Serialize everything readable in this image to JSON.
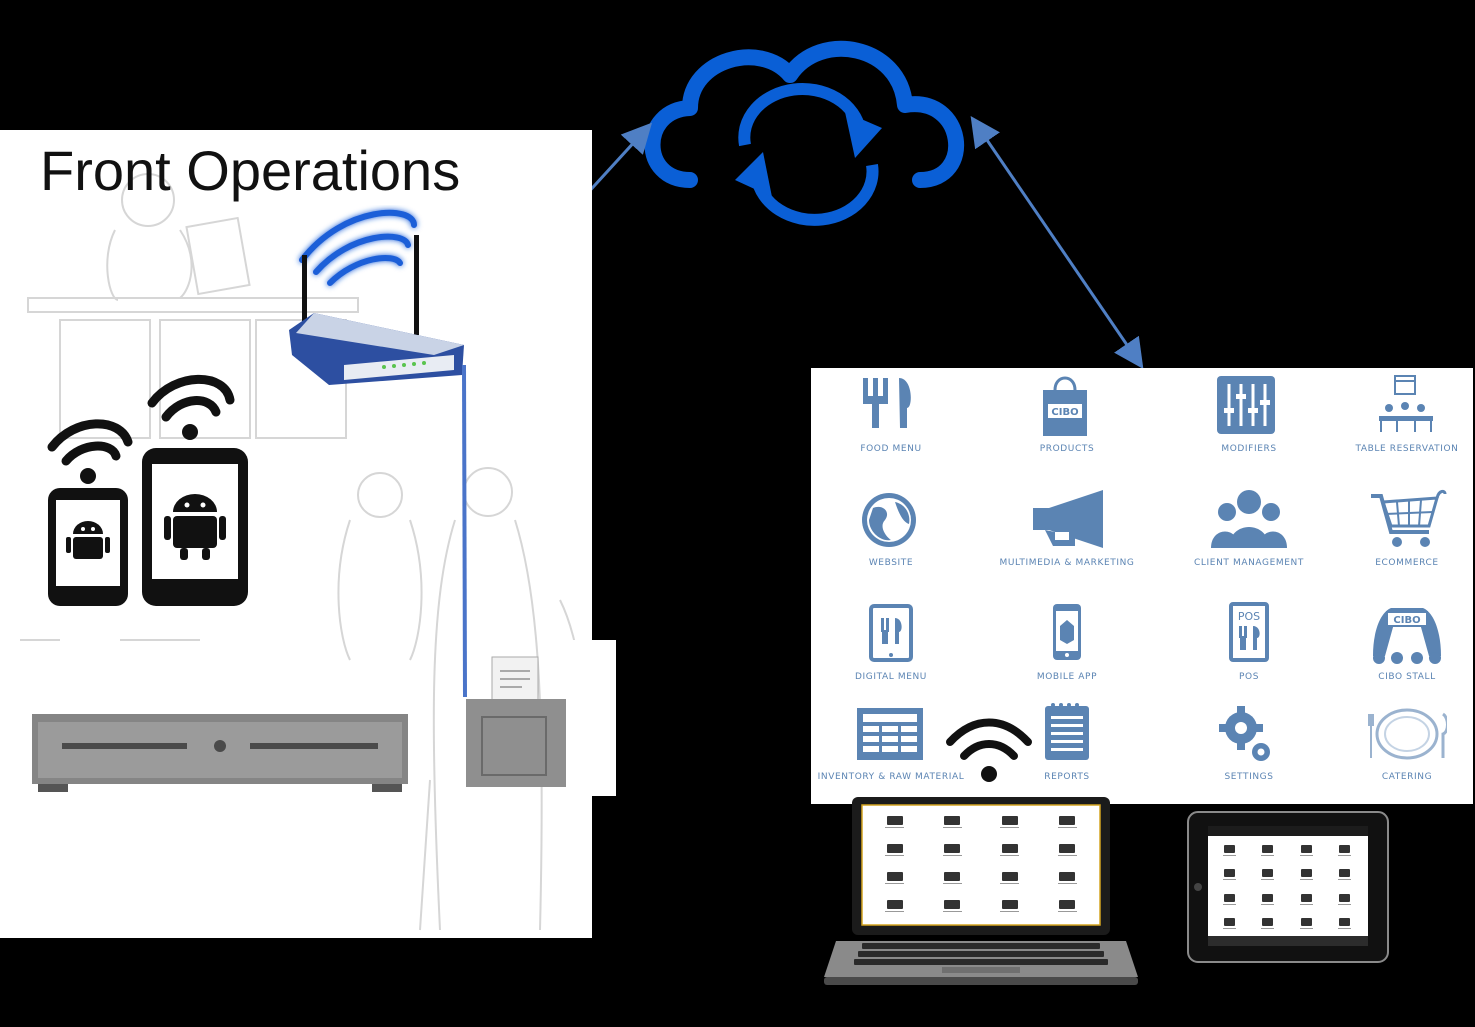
{
  "front": {
    "title": "Front Operations"
  },
  "dashboard": {
    "tiles": [
      {
        "label": "FOOD MENU",
        "icon": "fork-knife-icon"
      },
      {
        "label": "PRODUCTS",
        "icon": "shopping-bag-icon"
      },
      {
        "label": "MODIFIERS",
        "icon": "sliders-icon"
      },
      {
        "label": "TABLE RESERVATION",
        "icon": "table-reservation-icon"
      },
      {
        "label": "WEBSITE",
        "icon": "globe-icon"
      },
      {
        "label": "MULTIMEDIA & MARKETING",
        "icon": "megaphone-icon"
      },
      {
        "label": "CLIENT MANAGEMENT",
        "icon": "people-icon"
      },
      {
        "label": "ECOMMERCE",
        "icon": "cart-icon"
      },
      {
        "label": "DIGITAL MENU",
        "icon": "tablet-menu-icon"
      },
      {
        "label": "MOBILE APP",
        "icon": "mobile-app-icon"
      },
      {
        "label": "POS",
        "icon": "pos-icon"
      },
      {
        "label": "CIBO STALL",
        "icon": "stall-icon"
      },
      {
        "label": "INVENTORY & RAW MATERIAL",
        "icon": "inventory-icon"
      },
      {
        "label": "REPORTS",
        "icon": "reports-icon"
      },
      {
        "label": "SETTINGS",
        "icon": "gears-icon"
      },
      {
        "label": "CATERING",
        "icon": "catering-icon"
      }
    ],
    "bag_text": "CIBO",
    "pos_text": "POS",
    "stall_text": "CIBO"
  },
  "colors": {
    "background": "#000000",
    "cloud_blue": "#0a5fd6",
    "link_blue": "#4f7fc4",
    "icon_blue": "#5b84b3",
    "panel": "#ffffff"
  }
}
